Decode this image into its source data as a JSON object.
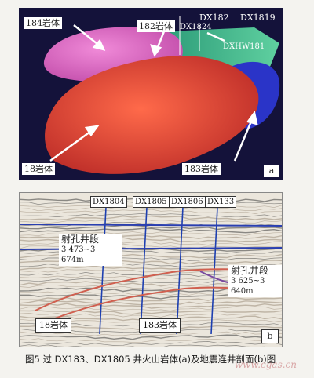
{
  "panel_a": {
    "labels": {
      "rock_184": "184岩体",
      "rock_182": "182岩体",
      "rock_18": "18岩体",
      "rock_183": "183岩体",
      "well_dx182": "DX182",
      "well_dx1819": "DX1819",
      "well_dx1824": "DX1824",
      "well_dxhw181": "DXHW181"
    },
    "panel_letter": "a",
    "colors": {
      "bg": "#101040",
      "pink": "#e26fc8",
      "green": "#3fb58a",
      "red": "#e0453a",
      "blue": "#2530c8"
    }
  },
  "panel_b": {
    "wells": [
      "DX1804",
      "DX1805",
      "DX1806",
      "DX133"
    ],
    "callout_left": {
      "title": "射孔井段",
      "range": "3 473~3 674m"
    },
    "callout_right": {
      "title": "射孔井段",
      "range": "3 625~3 640m"
    },
    "bottom_labels": {
      "rock_18": "18岩体",
      "rock_183": "183岩体"
    },
    "panel_letter": "b"
  },
  "caption": "图5  过 DX183、DX1805 井火山岩体(a)及地震连井剖面(b)图",
  "watermark": "www.cgas.cn"
}
